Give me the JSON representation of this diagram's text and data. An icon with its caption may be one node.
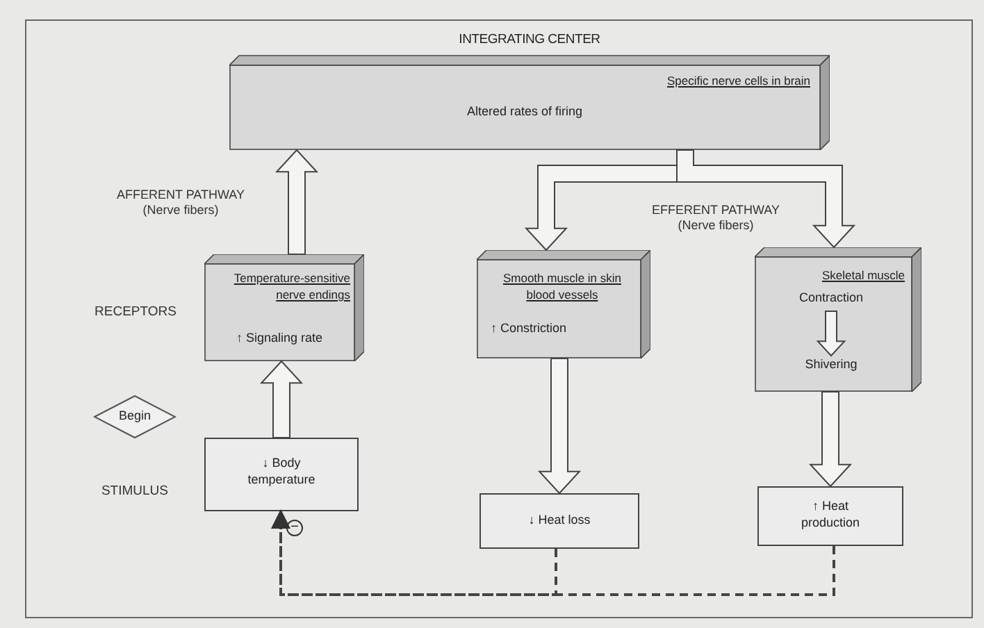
{
  "diagram": {
    "nodes": [
      {
        "text": [
          "INTEGRATING CENTER",
          "Specific nerve cells in brain",
          "Altered rates of firing"
        ]
      },
      {
        "text": [
          "Temperature-sensitive nerve endings",
          "↑ Signaling rate"
        ],
        "beside": [
          "RECEPTORS"
        ]
      },
      {
        "text": [
          "Begin"
        ]
      },
      {
        "text": [
          "↓ Body temperature"
        ],
        "beside": [
          "STIMULUS"
        ]
      },
      {
        "text": [
          "Smooth muscle in skin blood vessels",
          "↑ Constriction"
        ]
      },
      {
        "text": [
          "Skeletal muscle"
        ]
      },
      {
        "text": [
          "Contraction"
        ],
        "in": 5
      },
      {
        "text": [
          "Shivering"
        ],
        "in": 5
      },
      {
        "text": [
          "↓ Heat loss"
        ]
      },
      {
        "text": [
          "↑ Heat production"
        ]
      }
    ],
    "edges": [
      {
        "from": 3,
        "to": 1,
        "arrow": "to",
        "style": "thick"
      },
      {
        "from": 1,
        "to": 0,
        "arrow": "to",
        "style": "thick"
      },
      {
        "from": 0,
        "to": 4,
        "arrow": "to",
        "style": "thick"
      },
      {
        "from": 0,
        "to": 5,
        "arrow": "to",
        "style": "thick"
      },
      {
        "from": 6,
        "to": 7,
        "arrow": "to",
        "style": "thick"
      },
      {
        "from": 4,
        "to": 8,
        "arrow": "to",
        "style": "thick"
      },
      {
        "from": 5,
        "to": 9,
        "arrow": "to",
        "style": "thick"
      },
      {
        "from": 8,
        "to": 3,
        "arrow": "to",
        "style": "dashed"
      },
      {
        "from": 9,
        "to": 3,
        "arrow": "to",
        "style": "dashed"
      }
    ],
    "labels": [
      "AFFERENT PATHWAY (Nerve fibers)",
      "EFFERENT PATHWAY (Nerve fibers)",
      "−"
    ]
  }
}
